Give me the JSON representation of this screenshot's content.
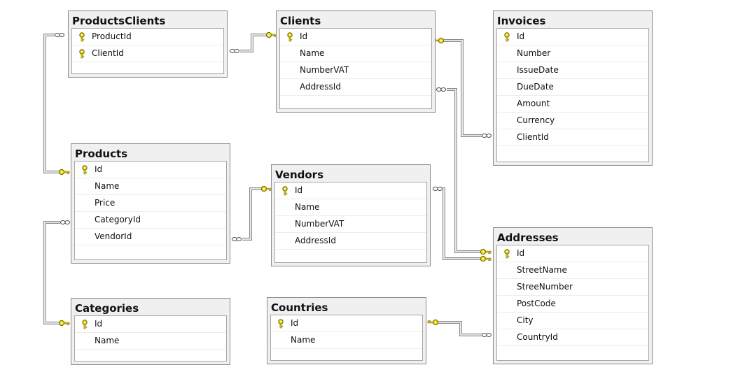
{
  "tables": [
    {
      "id": "productsclients",
      "title": "ProductsClients",
      "columns": [
        {
          "name": "ProductId",
          "key": true
        },
        {
          "name": "ClientId",
          "key": true
        }
      ]
    },
    {
      "id": "clients",
      "title": "Clients",
      "columns": [
        {
          "name": "Id",
          "key": true
        },
        {
          "name": "Name",
          "key": false
        },
        {
          "name": "NumberVAT",
          "key": false
        },
        {
          "name": "AddressId",
          "key": false
        }
      ]
    },
    {
      "id": "invoices",
      "title": "Invoices",
      "columns": [
        {
          "name": "Id",
          "key": true
        },
        {
          "name": "Number",
          "key": false
        },
        {
          "name": "IssueDate",
          "key": false
        },
        {
          "name": "DueDate",
          "key": false
        },
        {
          "name": "Amount",
          "key": false
        },
        {
          "name": "Currency",
          "key": false
        },
        {
          "name": "ClientId",
          "key": false
        }
      ]
    },
    {
      "id": "products",
      "title": "Products",
      "columns": [
        {
          "name": "Id",
          "key": true
        },
        {
          "name": "Name",
          "key": false
        },
        {
          "name": "Price",
          "key": false
        },
        {
          "name": "CategoryId",
          "key": false
        },
        {
          "name": "VendorId",
          "key": false
        }
      ]
    },
    {
      "id": "vendors",
      "title": "Vendors",
      "columns": [
        {
          "name": "Id",
          "key": true
        },
        {
          "name": "Name",
          "key": false
        },
        {
          "name": "NumberVAT",
          "key": false
        },
        {
          "name": "AddressId",
          "key": false
        }
      ]
    },
    {
      "id": "addresses",
      "title": "Addresses",
      "columns": [
        {
          "name": "Id",
          "key": true
        },
        {
          "name": "StreetName",
          "key": false
        },
        {
          "name": "StreeNumber",
          "key": false
        },
        {
          "name": "PostCode",
          "key": false
        },
        {
          "name": "City",
          "key": false
        },
        {
          "name": "CountryId",
          "key": false
        }
      ]
    },
    {
      "id": "categories",
      "title": "Categories",
      "columns": [
        {
          "name": "Id",
          "key": true
        },
        {
          "name": "Name",
          "key": false
        }
      ]
    },
    {
      "id": "countries",
      "title": "Countries",
      "columns": [
        {
          "name": "Id",
          "key": true
        },
        {
          "name": "Name",
          "key": false
        }
      ]
    }
  ],
  "relationships": [
    {
      "id": "productsclients-clients",
      "from": "ProductsClients",
      "to": "Clients"
    },
    {
      "id": "productsclients-products",
      "from": "ProductsClients",
      "to": "Products"
    },
    {
      "id": "invoices-clients",
      "from": "Invoices",
      "to": "Clients"
    },
    {
      "id": "clients-addresses",
      "from": "Clients",
      "to": "Addresses"
    },
    {
      "id": "vendors-addresses",
      "from": "Vendors",
      "to": "Addresses"
    },
    {
      "id": "products-vendors",
      "from": "Products",
      "to": "Vendors"
    },
    {
      "id": "products-categories",
      "from": "Products",
      "to": "Categories"
    },
    {
      "id": "addresses-countries",
      "from": "Addresses",
      "to": "Countries"
    }
  ],
  "colors": {
    "key_icon": "#e8d80c",
    "connector": "#8c8c8c",
    "header_bg": "#f0f0f0",
    "border": "#8a8a8a"
  },
  "icons": {
    "primary_key": "key-icon",
    "one_end": "key-icon",
    "many_end": "infinity-icon"
  }
}
